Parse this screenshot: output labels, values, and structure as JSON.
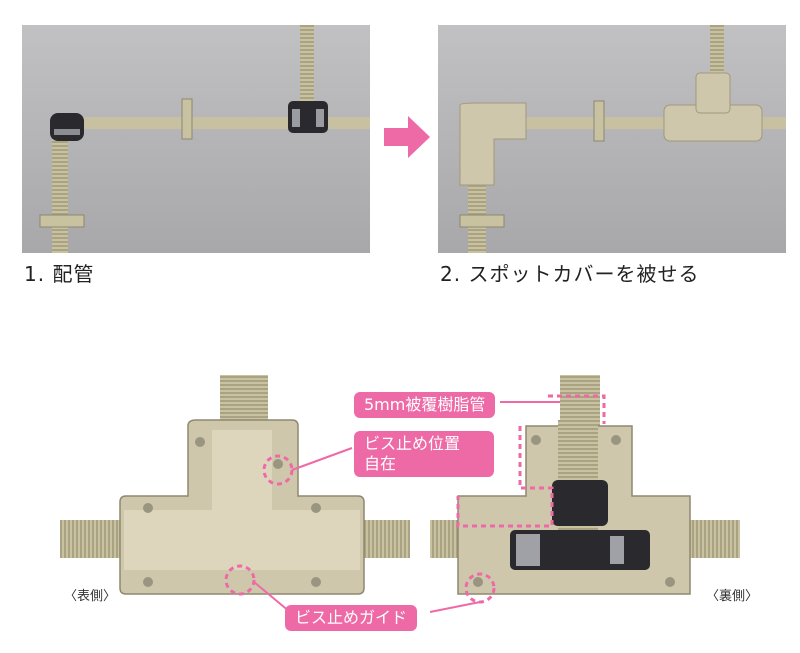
{
  "steps": {
    "step1": "1. 配管",
    "step2": "2. スポットカバーを被せる"
  },
  "callouts": {
    "pipe_label": "5mm被覆樹脂管",
    "screw_position_line1": "ビス止め位置",
    "screw_position_line2": "自在",
    "screw_guide": "ビス止めガイド"
  },
  "sides": {
    "front": "〈表側〉",
    "back": "〈裏側〉"
  },
  "colors": {
    "accent": "#ee6aa7",
    "cover": "#cfc7ab",
    "pipe": "#c9c2a0",
    "fitting": "#2a2a2e",
    "background_photo": "#b3b3b5"
  }
}
